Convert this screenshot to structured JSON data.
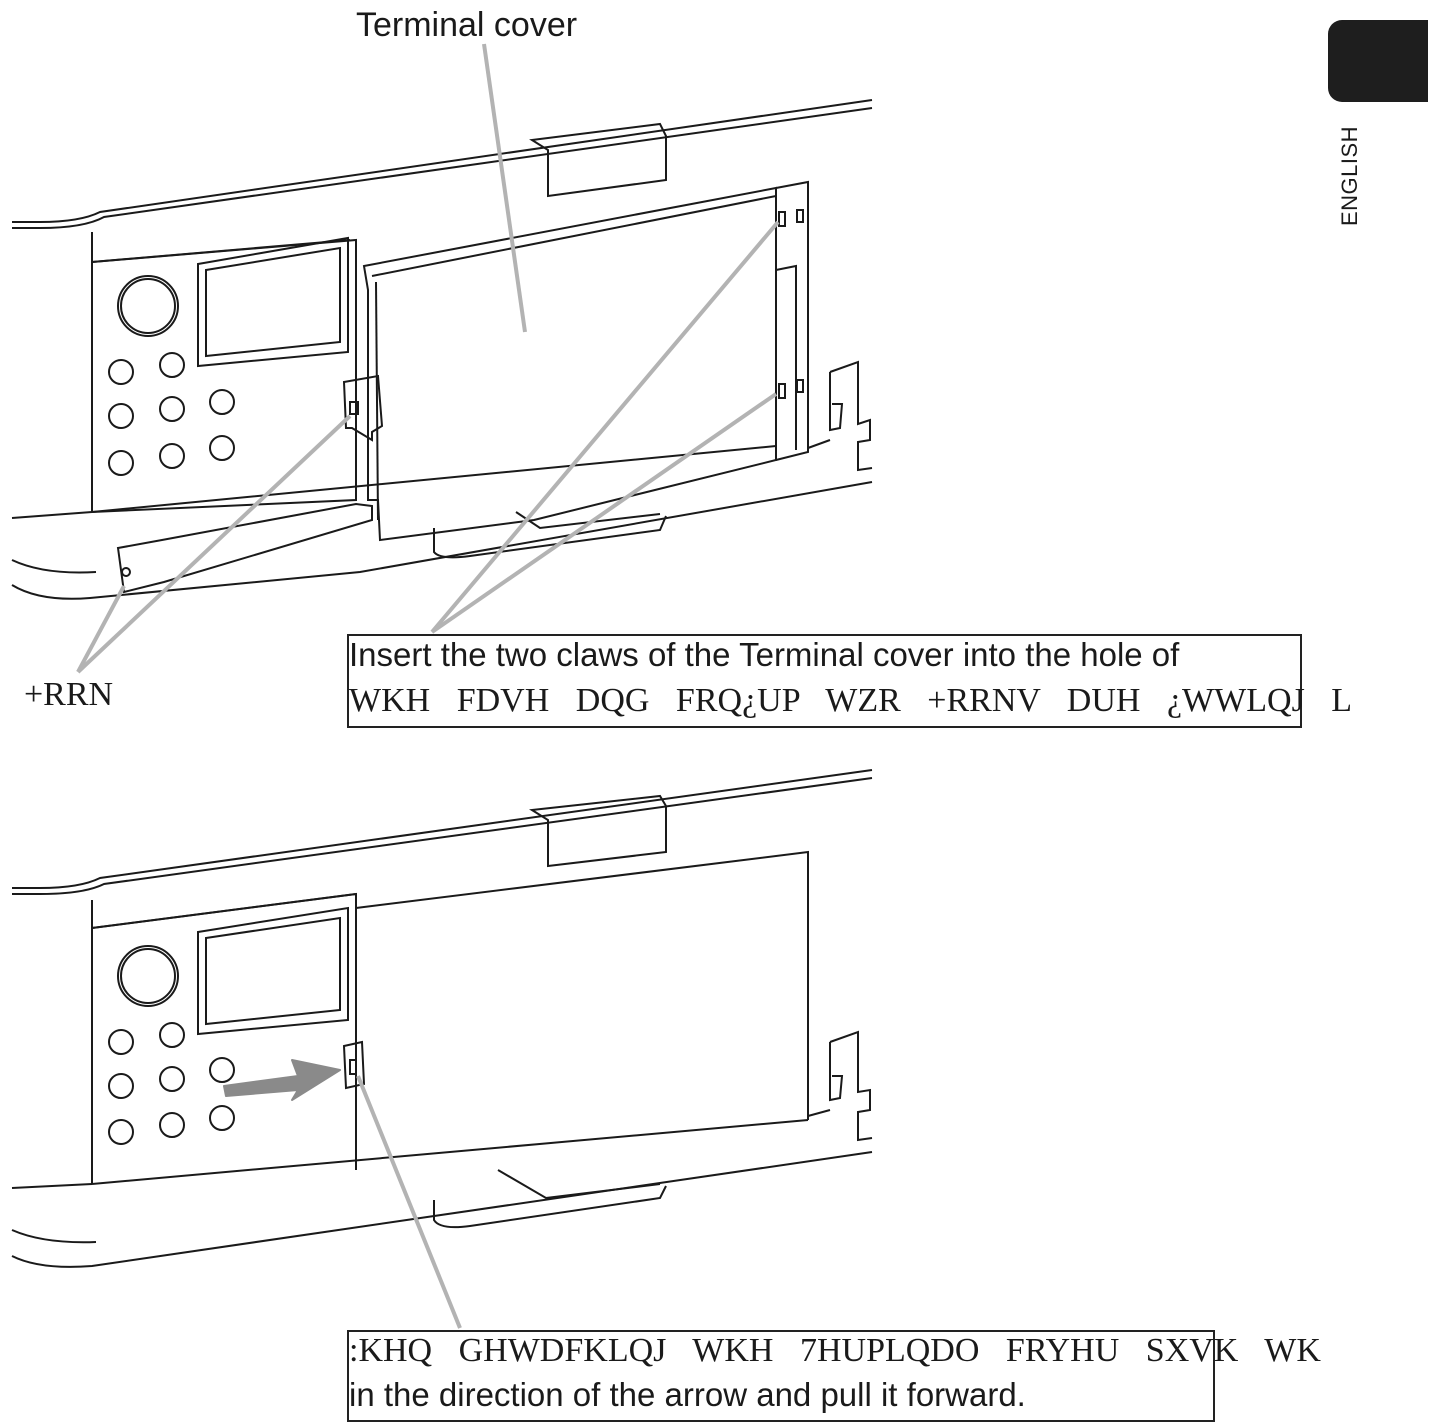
{
  "labels": {
    "title": "Terminal cover",
    "hook": "+RRN",
    "language_tab": "ENGLISH"
  },
  "note1": {
    "line1": "Insert the two claws of the Terminal cover into the hole of",
    "line2": "WKH FDVH DQG FRQ¿UP WZR +RRNV DUH ¿WWLQJ L"
  },
  "note2": {
    "line1": ":KHQ GHWDFKLQJ WKH 7HUPLQDO FRYHU   SXVK WK",
    "line2": "in the direction of the arrow and pull it forward."
  },
  "colors": {
    "line": "#1a1a1a",
    "leader": "#b3b3b3",
    "arrow": "#8a8a8a",
    "tab": "#1e1e1e"
  },
  "icons": {
    "direction_arrow": "arrow-right-icon"
  }
}
